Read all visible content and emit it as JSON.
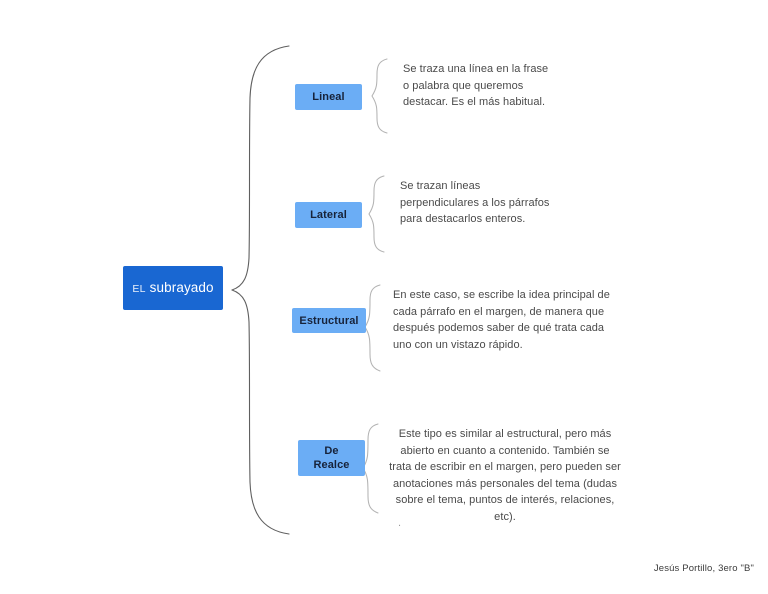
{
  "diagram": {
    "title": "EL subrayado",
    "root": {
      "prefix": "EL",
      "name": "subrayado",
      "color": "#1967D2",
      "text_color": "#ffffff"
    },
    "branch_color": "#6BADF5",
    "branch_text_color": "#17233A",
    "body_text_color": "#4a4a4a",
    "branches": [
      {
        "label": "Lineal",
        "description": "Se traza una línea en la frase o palabra que queremos destacar. Es el más habitual."
      },
      {
        "label": "Lateral",
        "description": "Se trazan líneas perpendiculares a los párrafos para destacarlos enteros."
      },
      {
        "label": "Estructural",
        "description": "En este caso, se escribe la idea principal de cada párrafo en el margen, de manera que después podemos saber de qué trata cada uno con un vistazo rápido."
      },
      {
        "label": "De Realce",
        "label_line1": "De",
        "label_line2": "Realce",
        "description": "Este tipo es similar al estructural, pero más abierto en cuanto a contenido. También se trata de escribir en el margen, pero pueden ser anotaciones más personales del tema (dudas sobre el tema, puntos de interés, relaciones, etc)."
      }
    ],
    "stray_mark": ".",
    "credit": "Jesús Portillo, 3ero \"B\""
  }
}
